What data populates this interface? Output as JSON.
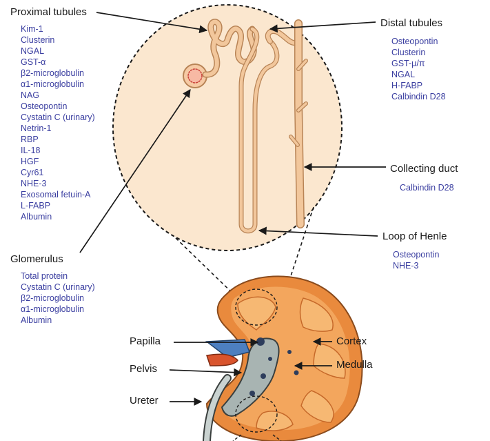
{
  "proximal": {
    "title": "Proximal tubules",
    "markers": [
      "Kim-1",
      "Clusterin",
      "NGAL",
      "GST-α",
      "β2-microglobulin",
      "α1-microglobulin",
      "NAG",
      "Osteopontin",
      "Cystatin C (urinary)",
      "Netrin-1",
      "RBP",
      "IL-18",
      "HGF",
      "Cyr61",
      "NHE-3",
      "Exosomal fetuin-A",
      "L-FABP",
      "Albumin"
    ]
  },
  "glomerulus": {
    "title": "Glomerulus",
    "markers": [
      "Total protein",
      "Cystatin C (urinary)",
      "β2-microglobulin",
      "α1-microglobulin",
      "Albumin"
    ]
  },
  "distal": {
    "title": "Distal tubules",
    "markers": [
      "Osteopontin",
      "Clusterin",
      "GST-μ/π",
      "NGAL",
      "H-FABP",
      "Calbindin D28"
    ]
  },
  "collecting": {
    "title": "Collecting duct",
    "markers": [
      "Calbindin D28"
    ]
  },
  "loop": {
    "title": "Loop of Henle",
    "markers": [
      "Osteopontin",
      "NHE-3"
    ]
  },
  "kidney": {
    "papilla": "Papilla",
    "pelvis": "Pelvis",
    "ureter": "Ureter",
    "cortex": "Cortex",
    "medulla": "Medulla"
  },
  "colors": {
    "marker_text": "#3a3ea0",
    "circle_fill": "#fbe7cf",
    "tubule": "#f2c79c",
    "kidney_cortex": "#e98a3d",
    "kidney_medulla": "#f4a860",
    "pelvis": "#a8b4b2",
    "vein": "#4d7fc0",
    "artery": "#d9542d"
  }
}
